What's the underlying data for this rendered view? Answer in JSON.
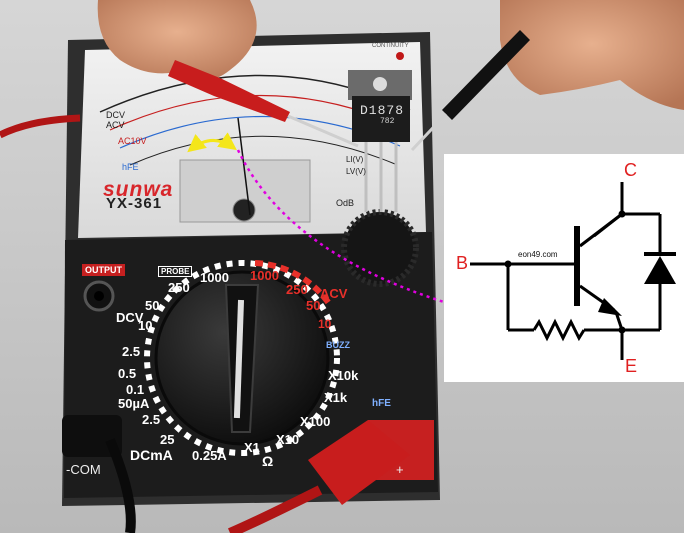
{
  "meter": {
    "brand": "sunwa",
    "model": "YX-361",
    "continuity_label": "CONTINUITY",
    "output_label": "OUTPUT",
    "probe_label": "PROBE",
    "com_label": "-COM",
    "plus_label": "+",
    "dial_labels": {
      "dcv": "DCV",
      "dcv_ranges": [
        "1000",
        "250",
        "50",
        "10",
        "2.5",
        "0.5",
        "0.1"
      ],
      "acv": "ACV",
      "acv_ranges": [
        "1000",
        "250",
        "50",
        "10"
      ],
      "ua": "50µA",
      "dcma": "DCmA",
      "dcma_ranges": [
        "2.5",
        "25",
        "0.25A"
      ],
      "buzz": "BUZZ",
      "ohm_ranges": [
        "X10k",
        "X1k",
        "X100",
        "X10",
        "X1"
      ],
      "ohm": "Ω",
      "hfe": "hFE"
    },
    "scale_labels": [
      "DCV",
      "ACV",
      "AC10V",
      "hFE",
      "LI(V)",
      "LV(V)",
      "OdB"
    ]
  },
  "transistor": {
    "part_number": "D1878",
    "code": "782"
  },
  "diagram": {
    "watermark": "eon49.com",
    "collector_label": "C",
    "base_label": "B",
    "emitter_label": "E"
  },
  "colors": {
    "meter_body": "#2b2b2b",
    "dial_red": "#e8302a",
    "dial_white": "#ffffff",
    "probe_red": "#c81d1d",
    "arrow_magenta": "#e000e0",
    "arrow_yellow": "#f4e61a"
  }
}
